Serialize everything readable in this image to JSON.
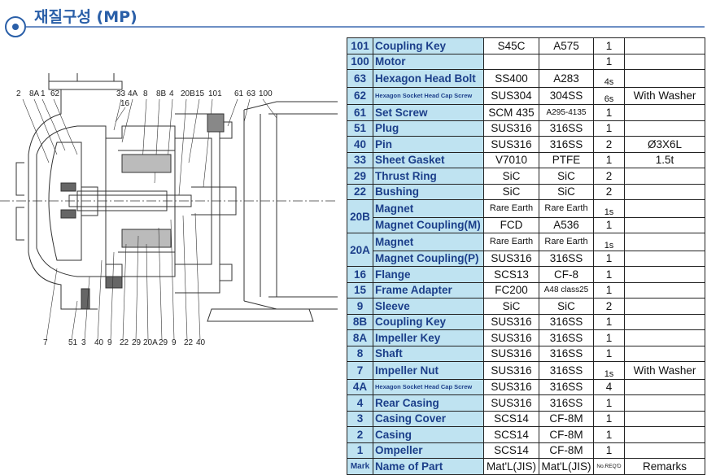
{
  "title": "재질구성 (MP)",
  "drawing": {
    "top_callouts": [
      "2",
      "8A",
      "1",
      "62",
      "33",
      "4A",
      "16",
      "8",
      "8B",
      "4",
      "20B",
      "15",
      "101",
      "61",
      "63",
      "100"
    ],
    "bottom_callouts": [
      "7",
      "51",
      "3",
      "40",
      "9",
      "22",
      "29",
      "20A",
      "29",
      "9",
      "22",
      "40"
    ]
  },
  "parts": [
    {
      "mark": "101",
      "name": "Coupling Key",
      "jis": "S45C",
      "astm": "A575",
      "qty": "1",
      "remarks": ""
    },
    {
      "mark": "100",
      "name": "Motor",
      "jis": "",
      "astm": "",
      "qty": "1",
      "remarks": ""
    },
    {
      "mark": "63",
      "name": "Hexagon Head Bolt",
      "jis": "SS400",
      "astm": "A283",
      "qty": "4s",
      "remarks": ""
    },
    {
      "mark": "62",
      "name": "Hexagon Socket Head Cap Screw",
      "jis": "SUS304",
      "astm": "304SS",
      "qty": "6s",
      "remarks": "With Washer"
    },
    {
      "mark": "61",
      "name": "Set Screw",
      "jis": "SCM 435",
      "astm": "A295-4135",
      "qty": "1",
      "remarks": ""
    },
    {
      "mark": "51",
      "name": "Plug",
      "jis": "SUS316",
      "astm": "316SS",
      "qty": "1",
      "remarks": ""
    },
    {
      "mark": "40",
      "name": "Pin",
      "jis": "SUS316",
      "astm": "316SS",
      "qty": "2",
      "remarks": "Ø3X6L"
    },
    {
      "mark": "33",
      "name": "Sheet Gasket",
      "jis": "V7010",
      "astm": "PTFE",
      "qty": "1",
      "remarks": "1.5t"
    },
    {
      "mark": "29",
      "name": "Thrust Ring",
      "jis": "SiC",
      "astm": "SiC",
      "qty": "2",
      "remarks": ""
    },
    {
      "mark": "22",
      "name": "Bushing",
      "jis": "SiC",
      "astm": "SiC",
      "qty": "2",
      "remarks": ""
    },
    {
      "mark": "20B",
      "name": "Magnet",
      "jis": "Rare Earth",
      "astm": "Rare Earth",
      "qty": "1s",
      "remarks": ""
    },
    {
      "mark": "",
      "name": "Magnet Coupling(M)",
      "jis": "FCD",
      "astm": "A536",
      "qty": "1",
      "remarks": ""
    },
    {
      "mark": "20A",
      "name": "Magnet",
      "jis": "Rare Earth",
      "astm": "Rare Earth",
      "qty": "1s",
      "remarks": ""
    },
    {
      "mark": "",
      "name": "Magnet Coupling(P)",
      "jis": "SUS316",
      "astm": "316SS",
      "qty": "1",
      "remarks": ""
    },
    {
      "mark": "16",
      "name": "Flange",
      "jis": "SCS13",
      "astm": "CF-8",
      "qty": "1",
      "remarks": ""
    },
    {
      "mark": "15",
      "name": "Frame Adapter",
      "jis": "FC200",
      "astm": "A48 class25",
      "qty": "1",
      "remarks": ""
    },
    {
      "mark": "9",
      "name": "Sleeve",
      "jis": "SiC",
      "astm": "SiC",
      "qty": "2",
      "remarks": ""
    },
    {
      "mark": "8B",
      "name": "Coupling Key",
      "jis": "SUS316",
      "astm": "316SS",
      "qty": "1",
      "remarks": ""
    },
    {
      "mark": "8A",
      "name": "Impeller Key",
      "jis": "SUS316",
      "astm": "316SS",
      "qty": "1",
      "remarks": ""
    },
    {
      "mark": "8",
      "name": "Shaft",
      "jis": "SUS316",
      "astm": "316SS",
      "qty": "1",
      "remarks": ""
    },
    {
      "mark": "7",
      "name": "Impeller Nut",
      "jis": "SUS316",
      "astm": "316SS",
      "qty": "1s",
      "remarks": "With Washer"
    },
    {
      "mark": "4A",
      "name": "Hexagon Socket Head Cap Screw",
      "jis": "SUS316",
      "astm": "316SS",
      "qty": "4",
      "remarks": ""
    },
    {
      "mark": "4",
      "name": "Rear Casing",
      "jis": "SUS316",
      "astm": "316SS",
      "qty": "1",
      "remarks": ""
    },
    {
      "mark": "3",
      "name": "Casing Cover",
      "jis": "SCS14",
      "astm": "CF-8M",
      "qty": "1",
      "remarks": ""
    },
    {
      "mark": "2",
      "name": "Casing",
      "jis": "SCS14",
      "astm": "CF-8M",
      "qty": "1",
      "remarks": ""
    },
    {
      "mark": "1",
      "name": "Ompeller",
      "jis": "SCS14",
      "astm": "CF-8M",
      "qty": "1",
      "remarks": ""
    }
  ],
  "footer": {
    "mark": "Mark",
    "name": "Name of Part",
    "jis": "Mat'L(JIS)",
    "astm": "Mat'L(JIS)",
    "qty": "No.REQ'D",
    "remarks": "Remarks"
  }
}
